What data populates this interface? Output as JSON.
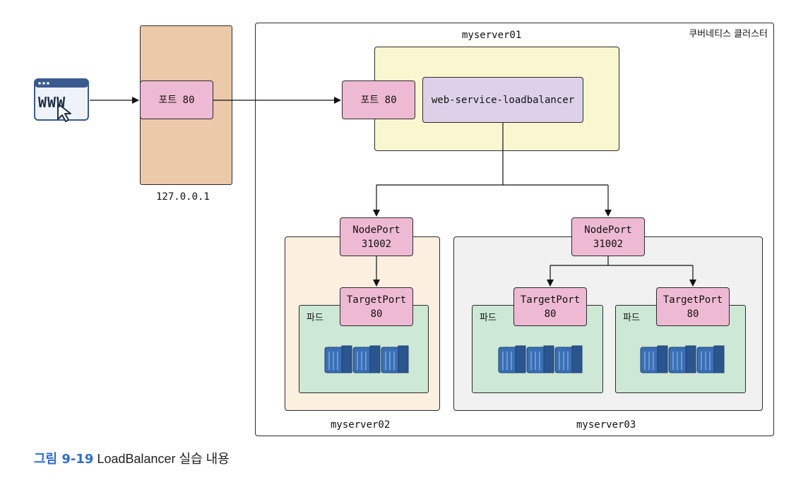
{
  "cluster": {
    "label": "쿠버네티스 클러스터"
  },
  "host": {
    "port_label": "포트 80",
    "address": "127.0.0.1"
  },
  "server01": {
    "name": "myserver01",
    "port_label": "포트 80",
    "service": "web-service-loadbalancer"
  },
  "server02": {
    "name": "myserver02",
    "nodeport": [
      "NodePort",
      "31002"
    ],
    "targetport": [
      "TargetPort",
      "80"
    ],
    "pod_label": "파드"
  },
  "server03": {
    "name": "myserver03",
    "nodeport": [
      "NodePort",
      "31002"
    ],
    "targetports": [
      {
        "line1": "TargetPort",
        "line2": "80",
        "pod_label": "파드"
      },
      {
        "line1": "TargetPort",
        "line2": "80",
        "pod_label": "파드"
      }
    ]
  },
  "browser": {
    "text": "WWW"
  },
  "caption": {
    "figure": "그림 9-19",
    "text": "LoadBalancer 실습 내용"
  },
  "colors": {
    "host_box": "#ecc9a8",
    "server01_box": "#f9f7d0",
    "server02_box": "#fbf0df",
    "server03_box": "#f1f1f1",
    "service_box": "#ddd1ea",
    "port_box": "#eebad3",
    "pod_box": "#cde8d5",
    "caption_accent": "#2e6bd6"
  }
}
